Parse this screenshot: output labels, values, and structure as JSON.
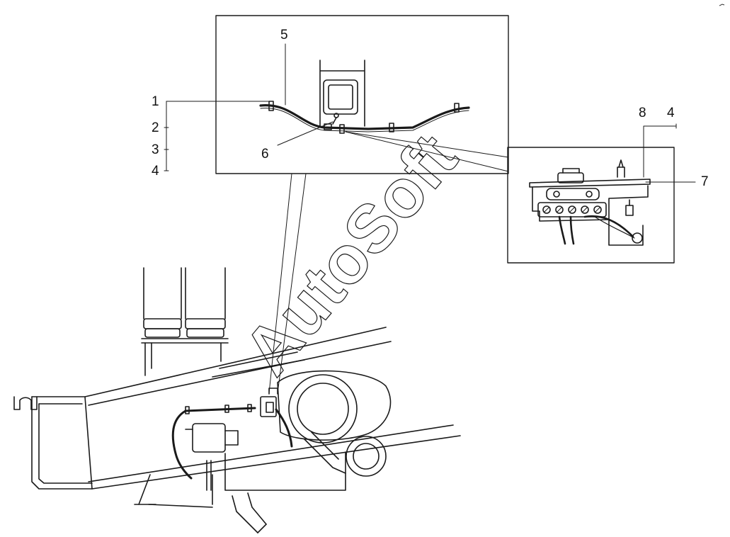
{
  "callouts": {
    "c1": "1",
    "c2": "2",
    "c3": "3",
    "c4_left": "4",
    "c5": "5",
    "c6": "6",
    "c7": "7",
    "c8": "8",
    "c4_right": "4"
  },
  "watermark": "AutoSoft",
  "colors": {
    "line": "#1a1a1a",
    "frame": "#222222",
    "background": "#ffffff"
  }
}
